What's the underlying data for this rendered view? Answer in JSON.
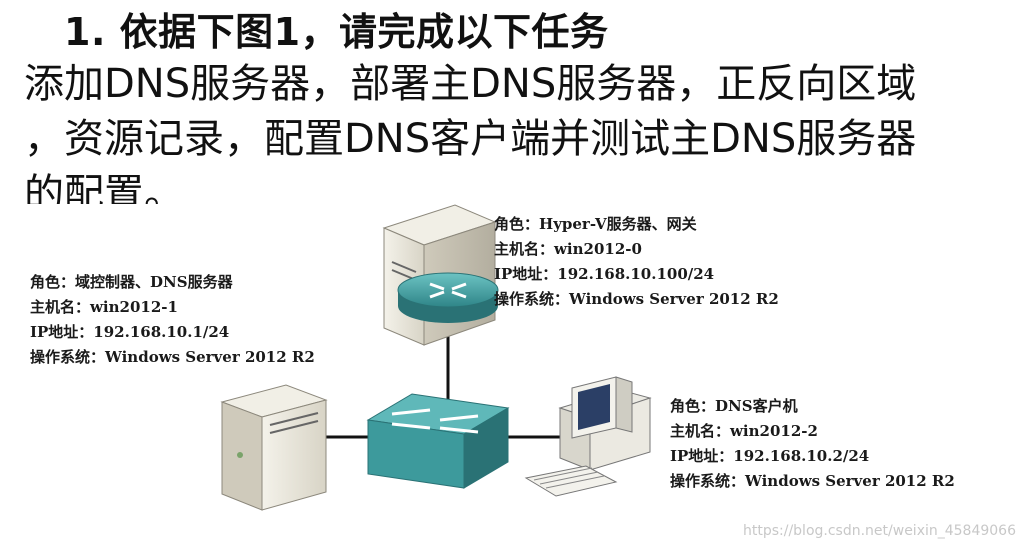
{
  "heading": "1. 依据下图1，请完成以下任务",
  "paragraph": {
    "line1": "添加DNS服务器，部署主DNS服务器，正反向区域",
    "line2": "，资源记录，配置DNS客户端并测试主DNS服务器",
    "line3": "的配置。"
  },
  "nodes": {
    "gateway": {
      "role_key": "角色：",
      "role": "Hyper-V服务器、网关",
      "host_key": "主机名：",
      "host": "win2012-0",
      "ip_key": "IP地址：",
      "ip": "192.168.10.100/24",
      "os_key": "操作系统：",
      "os": "Windows Server 2012 R2"
    },
    "dc": {
      "role_key": "角色：",
      "role": "域控制器、DNS服务器",
      "host_key": "主机名：",
      "host": "win2012-1",
      "ip_key": "IP地址：",
      "ip": "192.168.10.1/24",
      "os_key": "操作系统：",
      "os": "Windows Server 2012 R2"
    },
    "client": {
      "role_key": "角色：",
      "role": "DNS客户机",
      "host_key": "主机名：",
      "host": "win2012-2",
      "ip_key": "IP地址：",
      "ip": "192.168.10.2/24",
      "os_key": "操作系统：",
      "os": "Windows Server 2012 R2"
    }
  },
  "watermark": "https://blog.csdn.net/weixin_45849066",
  "colors": {
    "server_body": "#e9e6dc",
    "server_shade": "#c9c5b8",
    "device_teal": "#3d9a9c",
    "device_teal_dark": "#2a7275",
    "link": "#111111"
  }
}
